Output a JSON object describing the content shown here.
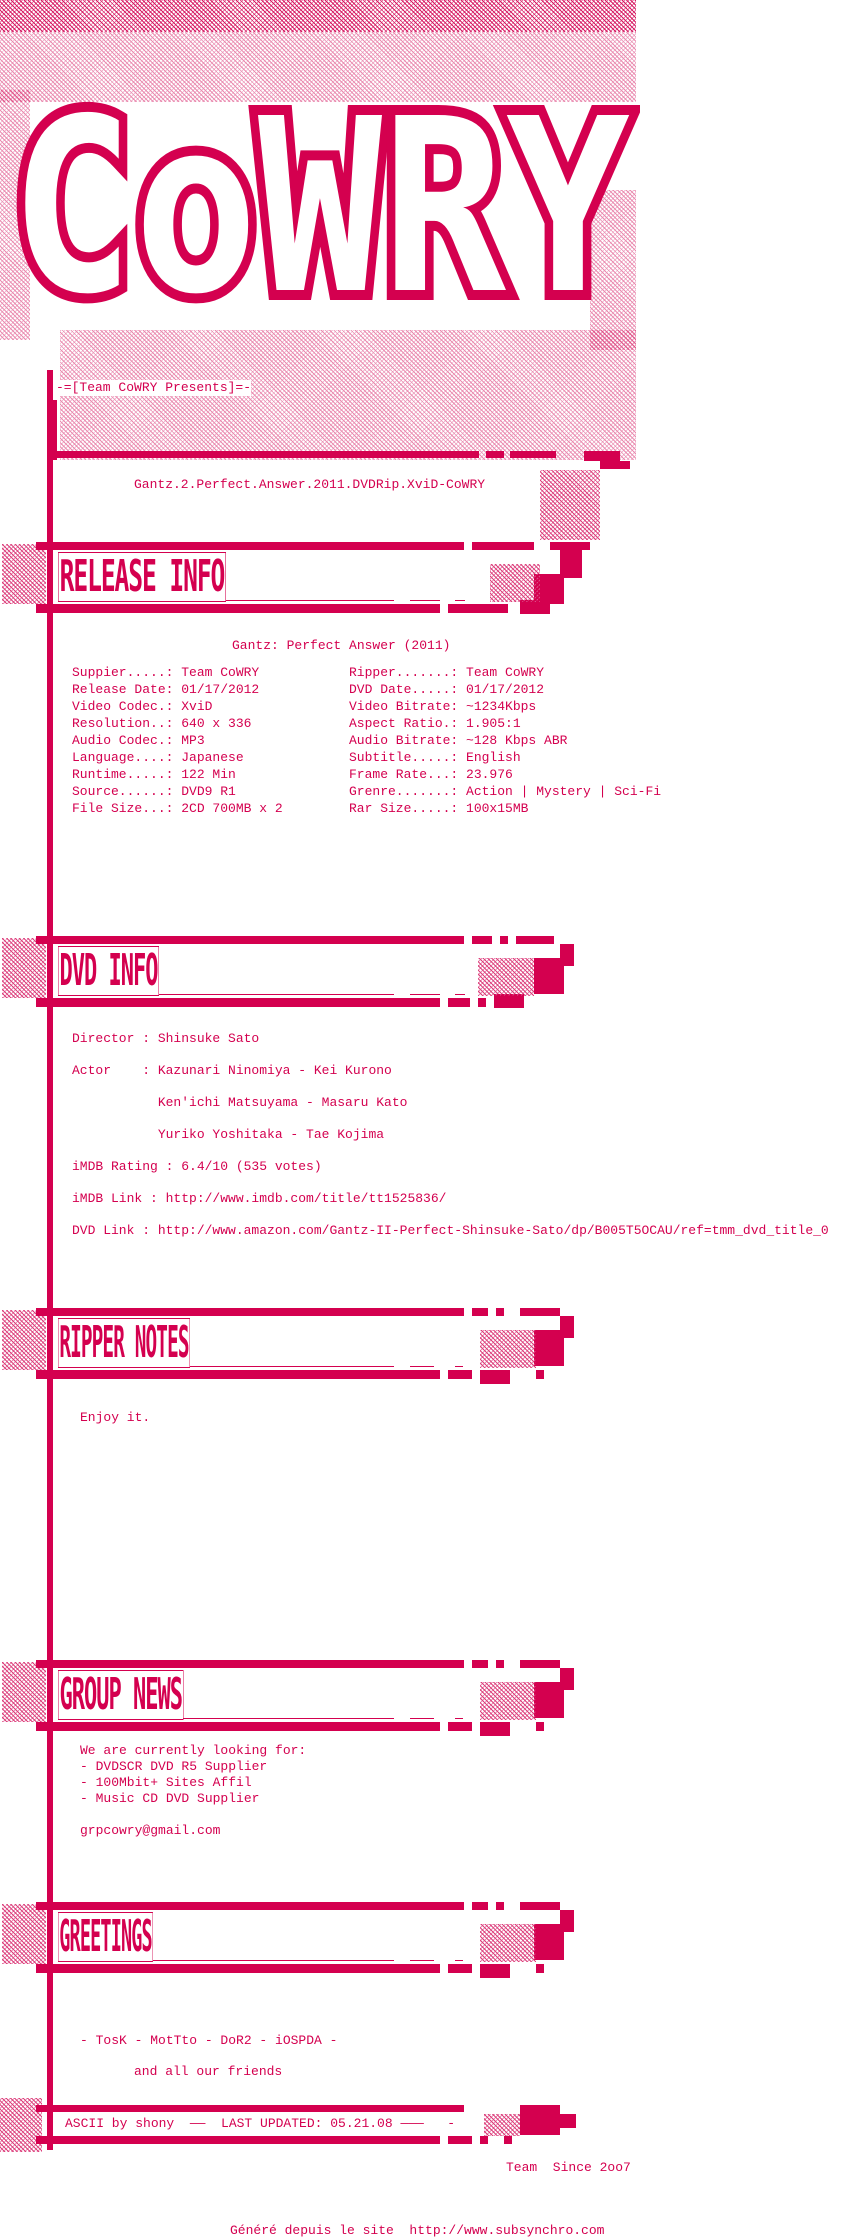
{
  "logo": {
    "text": "CoWRY",
    "presents": "-=[Team CoWRY Presents]=-"
  },
  "release_name": "Gantz.2.Perfect.Answer.2011.DVDRip.XviD-CoWRY",
  "sections": {
    "release_info": "RELEASE INFO",
    "dvd_info": "DVD INFO",
    "ripper_notes": "RIPPER NOTES",
    "group_news": "GROUP NEWS",
    "greetings": "GREETINGS"
  },
  "release_info": {
    "title": "Gantz: Perfect Answer (2011)",
    "left": [
      "Suppier.....: Team CoWRY",
      "Release Date: 01/17/2012",
      "Video Codec.: XviD",
      "Resolution..: 640 x 336",
      "Audio Codec.: MP3",
      "Language....: Japanese",
      "Runtime.....: 122 Min",
      "Source......: DVD9 R1",
      "File Size...: 2CD 700MB x 2"
    ],
    "right": [
      "Ripper.......: Team CoWRY",
      "DVD Date.....: 01/17/2012",
      "Video Bitrate: ~1234Kbps",
      "Aspect Ratio.: 1.905:1",
      "Audio Bitrate: ~128 Kbps ABR",
      "Subtitle.....: English",
      "Frame Rate...: 23.976",
      "Grenre.......: Action | Mystery | Sci-Fi",
      "Rar Size.....: 100x15MB"
    ]
  },
  "dvd_info": [
    "Director : Shinsuke Sato",
    "Actor    : Kazunari Ninomiya - Kei Kurono",
    "           Ken'ichi Matsuyama - Masaru Kato",
    "           Yuriko Yoshitaka - Tae Kojima",
    "iMDB Rating : 6.4/10 (535 votes)",
    "iMDB Link : http://www.imdb.com/title/tt1525836/",
    "DVD Link : http://www.amazon.com/Gantz-II-Perfect-Shinsuke-Sato/dp/B005T5OCAU/ref=tmm_dvd_title_0"
  ],
  "ripper_notes": "Enjoy it.",
  "group_news": {
    "lines": [
      "We are currently looking for:",
      "- DVDSCR DVD R5 Supplier",
      "- 100Mbit+ Sites Affil",
      "- Music CD DVD Supplier"
    ],
    "email": "grpcowry@gmail.com"
  },
  "greetings": {
    "groups": "- TosK - MotTto - DoR2 - iOSPDA -",
    "friends": "and all our friends"
  },
  "footer": {
    "credit": "ASCII by shony  ——  LAST UPDATED: 05.21.08 ———   -",
    "since": "Team  Since 2oo7",
    "generated": "Généré depuis le site  http://www.subsynchro.com"
  },
  "colors": {
    "primary": "#d4004f",
    "dither": "#e0669a"
  }
}
